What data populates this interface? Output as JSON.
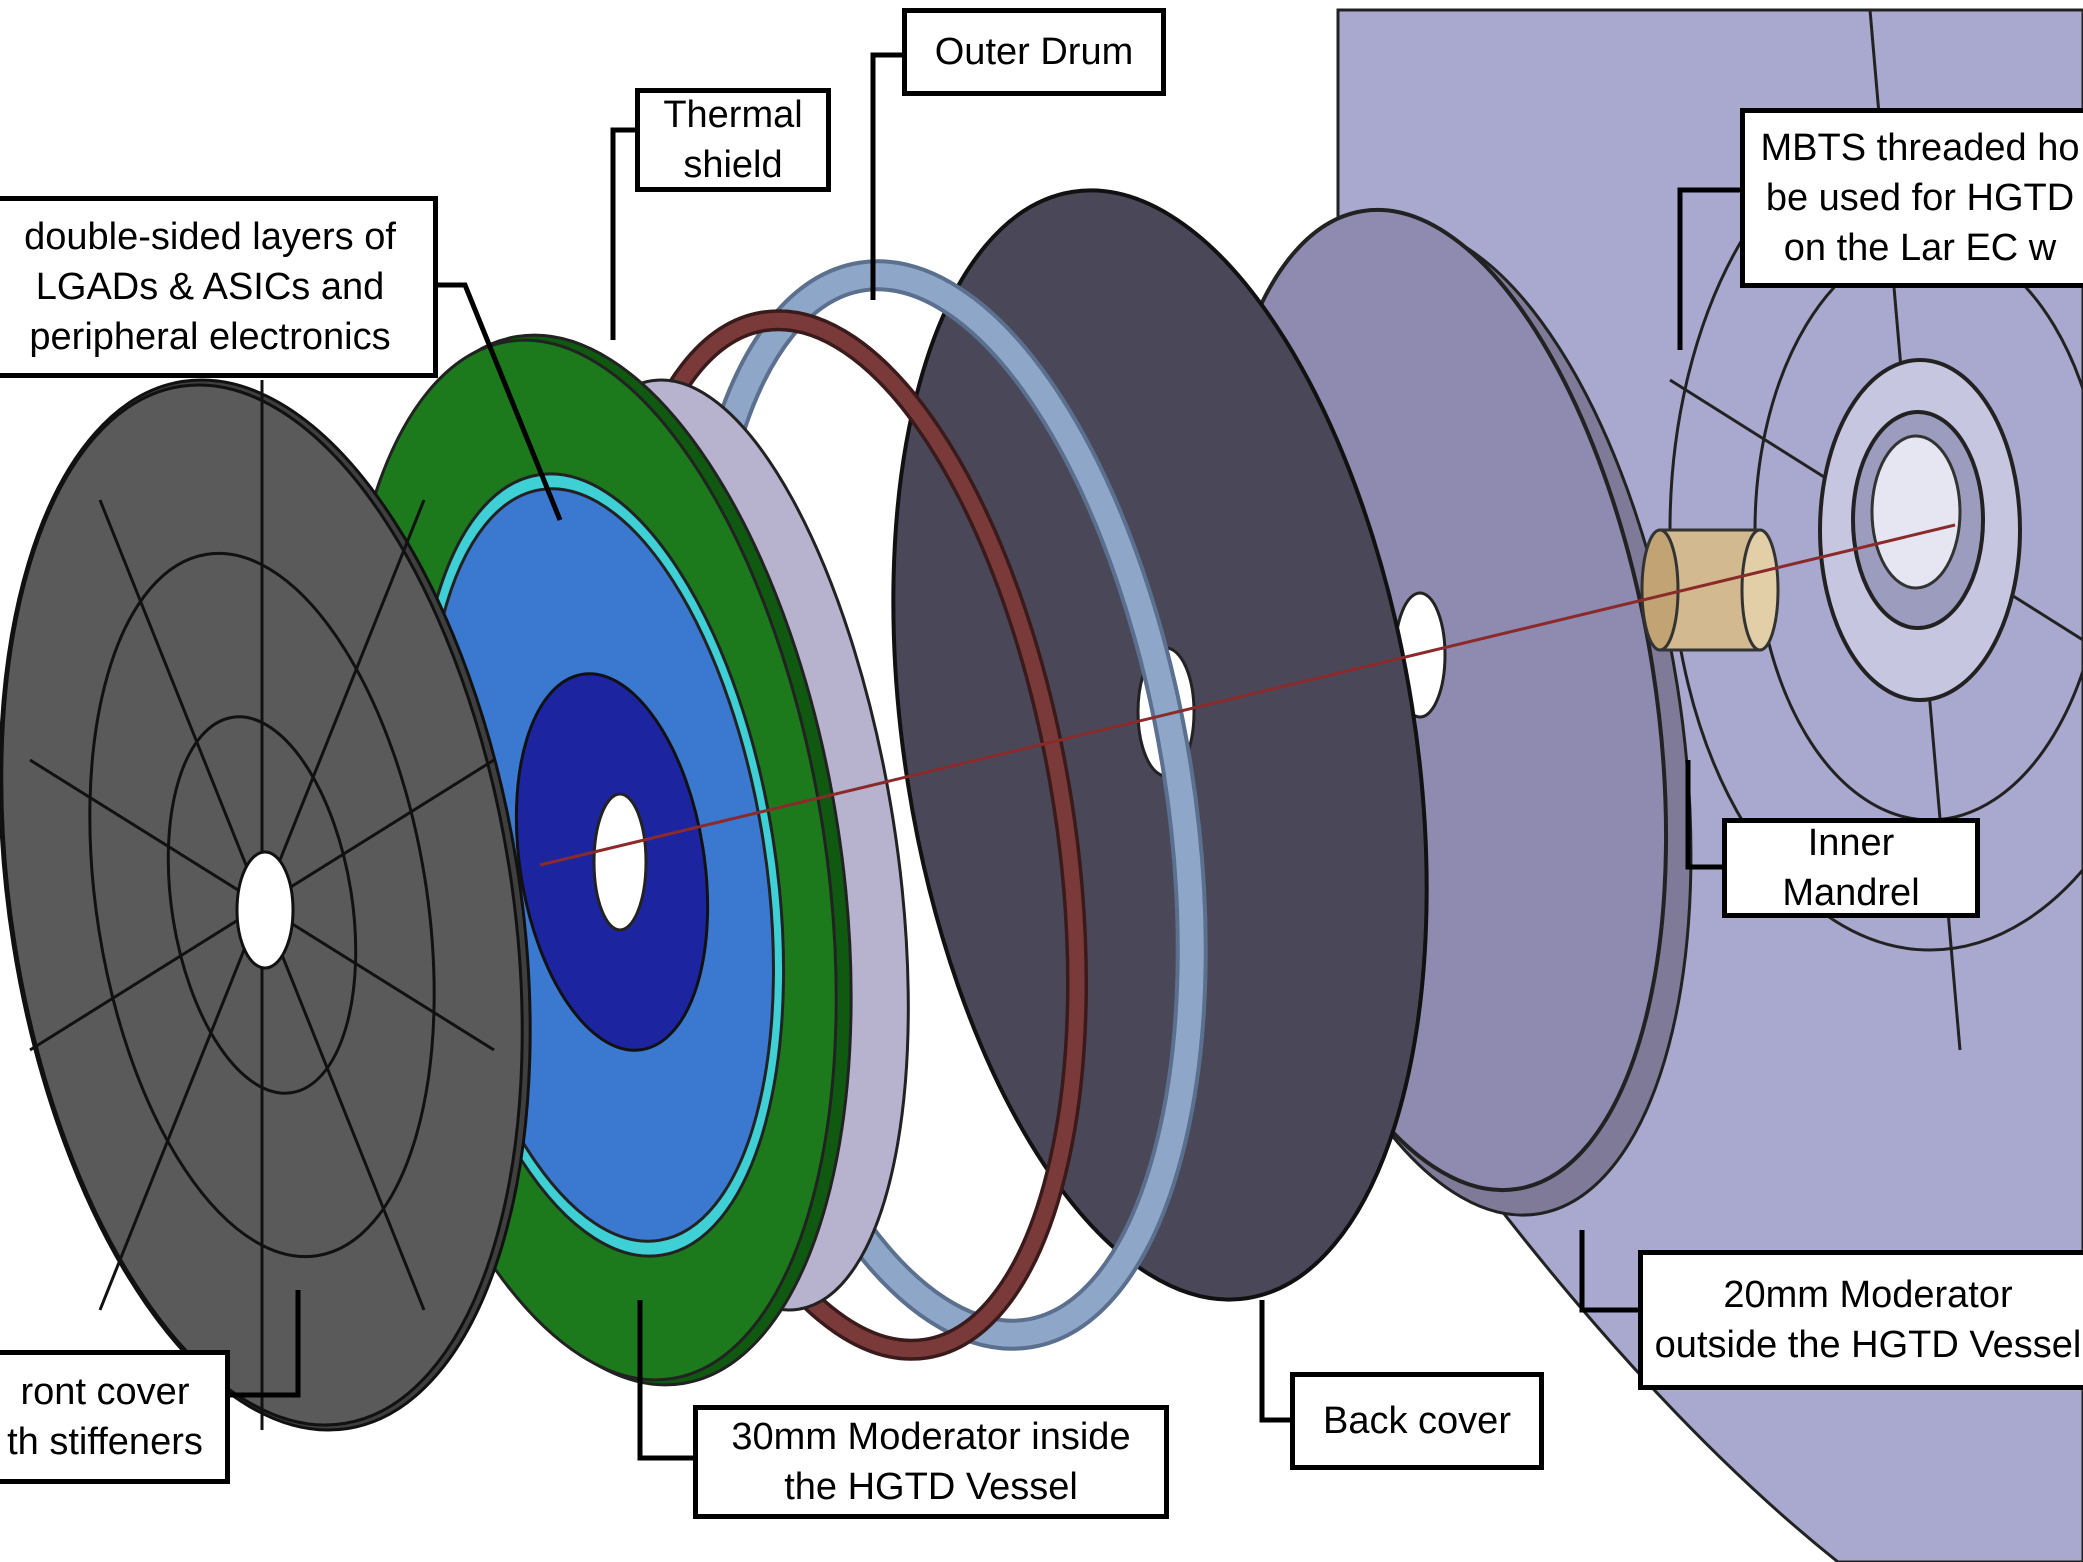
{
  "colors": {
    "background": "#ffffff",
    "vessel_wall": "#a9a9cf",
    "outer_moderator": "#8e8ab0",
    "back_cover": "#4a4858",
    "outer_drum": "#8ea6c8",
    "thermal_shield": "#7a3a3a",
    "inner_moderator": "#b7b3cf",
    "peripheral": "#1c7a1c",
    "lgad_outer": "#3b78cf",
    "lgad_inner": "#1d24a0",
    "front_cover": "#5a5a5a",
    "mandrel": "#d3b98f",
    "label_border": "#000000"
  },
  "labels": {
    "outer_drum": [
      "Outer Drum"
    ],
    "thermal_shield": [
      "Thermal",
      "shield"
    ],
    "layers": [
      "double-sided layers of",
      "LGADs & ASICs and",
      "peripheral electronics"
    ],
    "mbts": [
      "MBTS threaded ho",
      "be used for HGTD ",
      "on the Lar EC w"
    ],
    "inner_mandrel": [
      "Inner",
      "Mandrel"
    ],
    "moderator_20mm": [
      "20mm Moderator",
      "outside the HGTD Vessel"
    ],
    "back_cover": [
      "Back cover"
    ],
    "moderator_30mm": [
      "30mm Moderator inside",
      "the HGTD Vessel"
    ],
    "front_cover": [
      "ront cover",
      "th stiffeners"
    ]
  }
}
